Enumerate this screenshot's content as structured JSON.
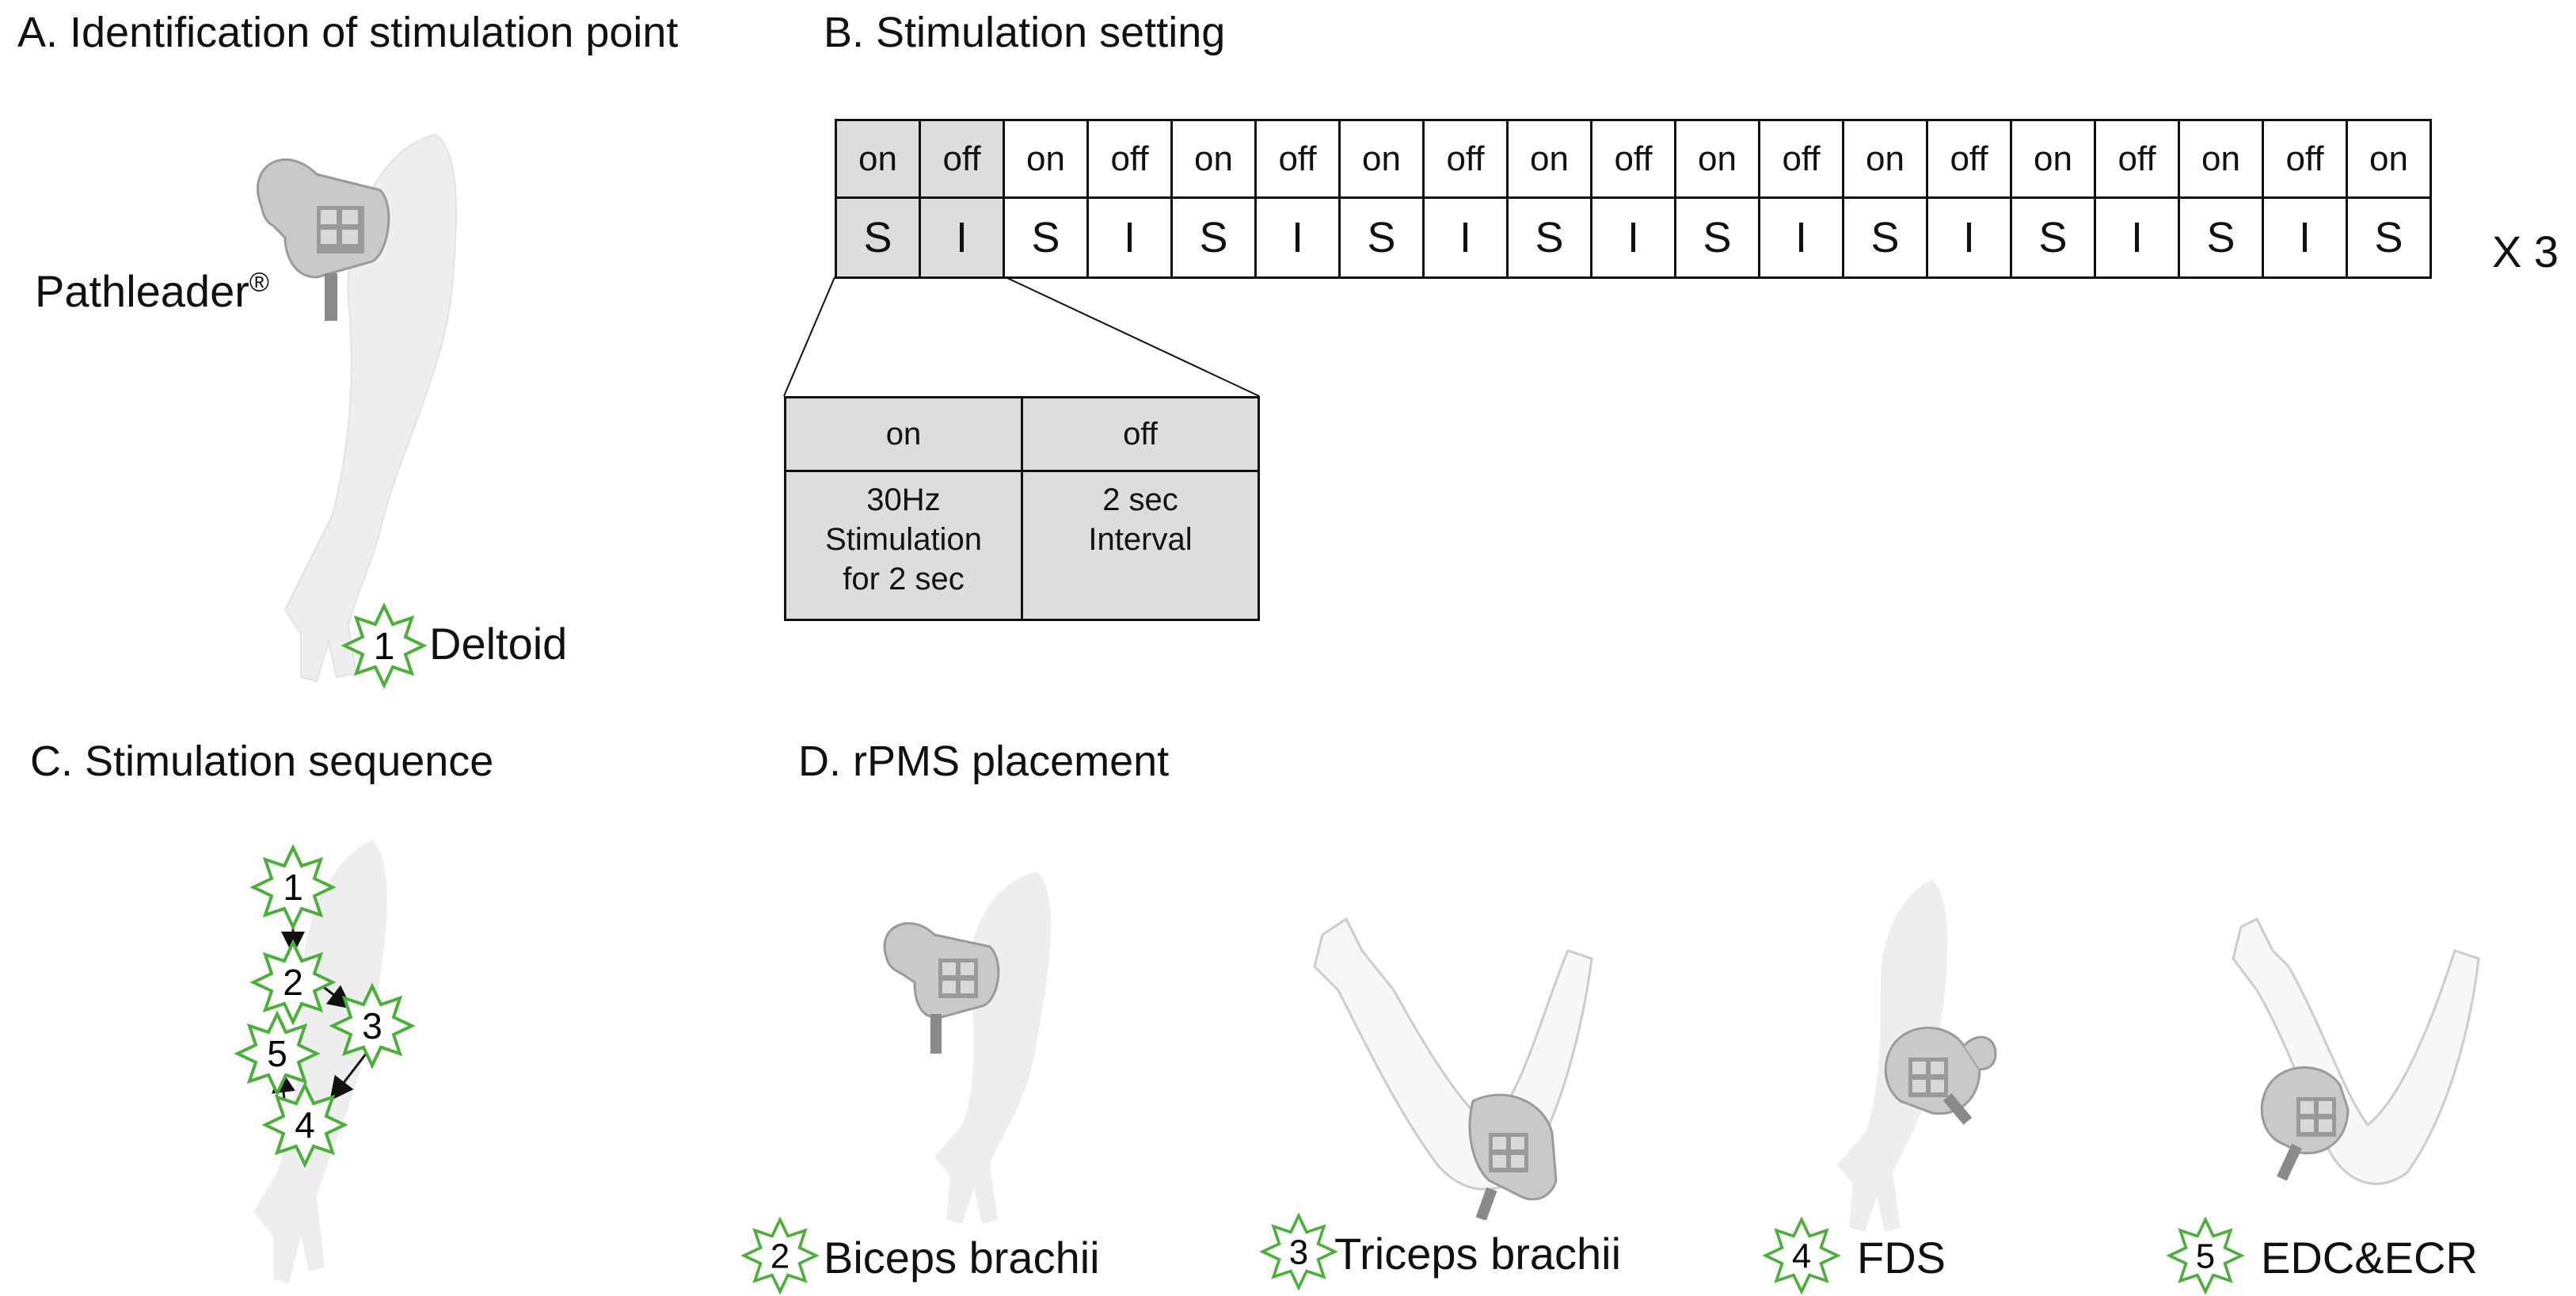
{
  "panels": {
    "a_title": "A. Identification of stimulation point",
    "b_title": "B. Stimulation setting",
    "c_title": "C. Stimulation sequence",
    "d_title": "D. rPMS placement"
  },
  "panel_a": {
    "device_label": "Pathleader",
    "device_mark": "®",
    "point_number": "1",
    "point_label": "Deltoid"
  },
  "panel_b": {
    "row_states": [
      "on",
      "off",
      "on",
      "off",
      "on",
      "off",
      "on",
      "off",
      "on",
      "off",
      "on",
      "off",
      "on",
      "off",
      "on",
      "off",
      "on",
      "off",
      "on"
    ],
    "row_codes": [
      "S",
      "I",
      "S",
      "I",
      "S",
      "I",
      "S",
      "I",
      "S",
      "I",
      "S",
      "I",
      "S",
      "I",
      "S",
      "I",
      "S",
      "I",
      "S"
    ],
    "repeat_label": "X 3",
    "detail": {
      "on_header": "on",
      "off_header": "off",
      "on_line1": "30Hz",
      "on_line2": "Stimulation",
      "on_line3": "for 2 sec",
      "off_line1": "2 sec",
      "off_line2": "Interval"
    }
  },
  "panel_c": {
    "sequence": [
      "1",
      "2",
      "3",
      "4",
      "5"
    ]
  },
  "panel_d": {
    "placements": [
      {
        "number": "2",
        "label": "Biceps brachii"
      },
      {
        "number": "3",
        "label": "Triceps brachii"
      },
      {
        "number": "4",
        "label": "FDS"
      },
      {
        "number": "5",
        "label": "EDC&ECR"
      }
    ]
  },
  "colors": {
    "star_outline": "#4caf3a",
    "limb_fill": "#eeeeee",
    "device_fill": "#c9c9c9",
    "highlight_cell": "#dddddd"
  }
}
